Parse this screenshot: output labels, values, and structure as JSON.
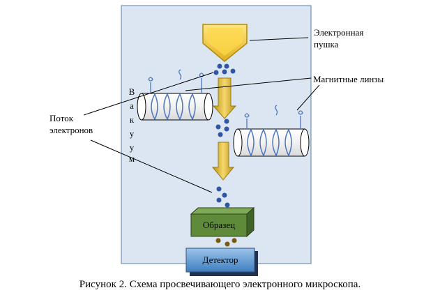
{
  "labels": {
    "gun": [
      "Электронная",
      "пушка"
    ],
    "lenses": "Магнитные линзы",
    "stream": [
      "Поток",
      "электронов"
    ],
    "vacuum": [
      "В",
      "а",
      "к",
      "у",
      "у",
      "м"
    ],
    "sample": "Образец",
    "detector": "Детектор"
  },
  "caption": "Рисунок 2. Схема просвечивающего электронного микроскопа.",
  "colors": {
    "vacuum_fill": "#dce6f2",
    "vacuum_border": "#5b7fa6",
    "gun_fill": "#ffd84a",
    "arrow_fill": "#e8c233",
    "electron": "#2f55a4",
    "coil_line": "#4a76c4",
    "sample_fill": "#5f8a3a",
    "detector_fill": "#5b9bd5",
    "particle": "#7a5a10"
  }
}
